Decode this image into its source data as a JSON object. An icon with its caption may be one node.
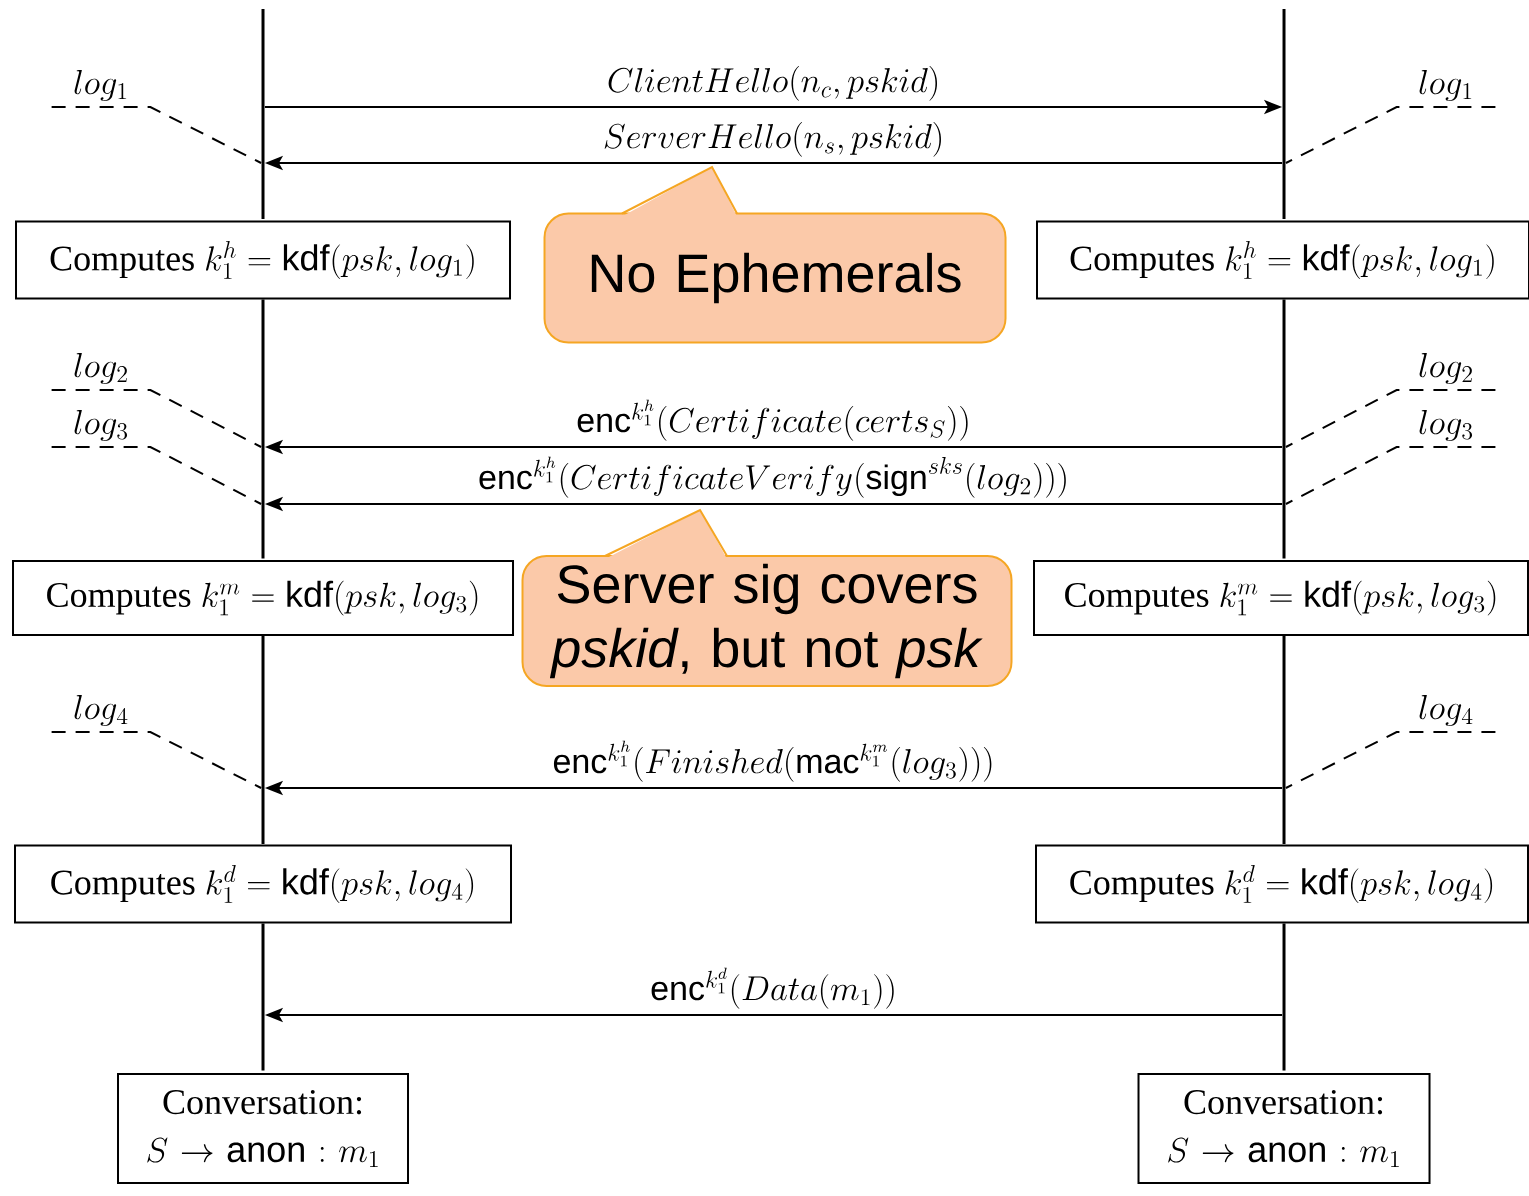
{
  "diagram": {
    "nodes": [
      {
        "text": [],
        "shape": "bar"
      },
      {
        "text": [],
        "shape": "bar"
      },
      {
        "text": [],
        "shape": "bar"
      },
      {
        "text": [],
        "shape": "bar"
      },
      {
        "text": [],
        "shape": "bar"
      },
      {
        "text": [],
        "shape": "bar"
      },
      {
        "text": [],
        "shape": "bar"
      },
      {
        "text": [],
        "shape": "bar"
      },
      {
        "text": [
          "log_1"
        ]
      },
      {
        "text": [
          "log_1"
        ]
      },
      {
        "text": [
          "\\mbox{Computes } k^h_1 = \\mathsf{kdf}(psk, log_1)"
        ]
      },
      {
        "text": [
          "\\mbox{Computes } k^h_1 = \\mathsf{kdf}(psk, log_1)"
        ]
      },
      {
        "text": [
          "No Ephemerals"
        ]
      },
      {
        "text": [
          "log_2"
        ]
      },
      {
        "text": [
          "log_2"
        ]
      },
      {
        "text": [
          "log_3"
        ]
      },
      {
        "text": [
          "log_3"
        ]
      },
      {
        "text": [
          "\\mbox{Computes } k^m_1 = \\mathsf{kdf}(psk, log_3)"
        ]
      },
      {
        "text": [
          "\\mbox{Computes } k^m_1 = \\mathsf{kdf}(psk, log_3)"
        ]
      },
      {
        "text": [
          "Server sig covers *pskid*, but not *psk*"
        ]
      },
      {
        "text": [
          "log_4"
        ]
      },
      {
        "text": [
          "log_4"
        ]
      },
      {
        "text": [
          "\\mbox{Computes } k^d_1 = \\mathsf{kdf}(psk, log_4)"
        ]
      },
      {
        "text": [
          "\\mbox{Computes } k^d_1 = \\mathsf{kdf}(psk, log_4)"
        ]
      },
      {
        "text": [
          "Conversation:",
          "S \\rightarrow \\mathsf{anon} : m_1"
        ]
      },
      {
        "text": [
          "Conversation:",
          "S \\rightarrow \\mathsf{anon} : m_1"
        ]
      }
    ],
    "edges": [
      {
        "from": 0,
        "to": 1,
        "arrow": "to",
        "label": "ClientHello(n_c, pskid)"
      },
      {
        "from": 1,
        "to": 0,
        "arrow": "to",
        "label": "ServerHello(n_s, pskid)"
      },
      {
        "from": 8,
        "to": 0,
        "arrow": "none",
        "style": "dashed"
      },
      {
        "from": 9,
        "to": 1,
        "arrow": "none",
        "style": "dashed"
      },
      {
        "from": 3,
        "to": 2,
        "arrow": "to",
        "label": "\\mathsf{enc}^{k^h_1}(Certificate(certs_S))"
      },
      {
        "from": 3,
        "to": 2,
        "arrow": "to",
        "label": "\\mathsf{enc}^{k^h_1}(CertificateVerify(\\mathsf{sign}^{sks}(log_2)))"
      },
      {
        "from": 13,
        "to": 2,
        "arrow": "none",
        "style": "dashed"
      },
      {
        "from": 14,
        "to": 3,
        "arrow": "none",
        "style": "dashed"
      },
      {
        "from": 15,
        "to": 2,
        "arrow": "none",
        "style": "dashed"
      },
      {
        "from": 16,
        "to": 3,
        "arrow": "none",
        "style": "dashed"
      },
      {
        "from": 5,
        "to": 4,
        "arrow": "to",
        "label": "\\mathsf{enc}^{k^h_1}(Finished(\\mathsf{mac}^{k^m_1}(log_3)))"
      },
      {
        "from": 20,
        "to": 4,
        "arrow": "none",
        "style": "dashed"
      },
      {
        "from": 21,
        "to": 5,
        "arrow": "none",
        "style": "dashed"
      },
      {
        "from": 7,
        "to": 6,
        "arrow": "to",
        "label": "\\mathsf{enc}^{k^d_1}(Data(m_1))"
      }
    ]
  }
}
